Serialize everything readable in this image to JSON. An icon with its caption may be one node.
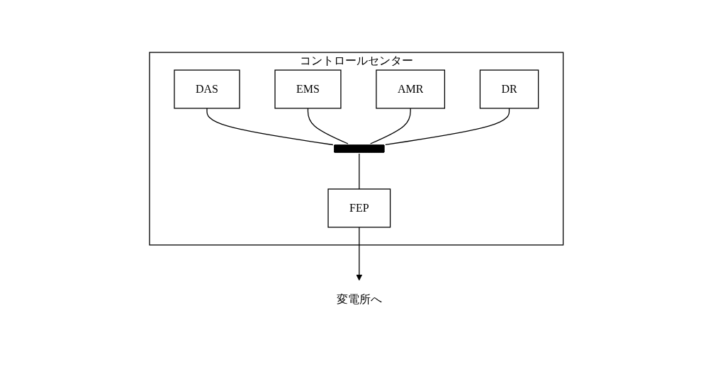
{
  "diagram": {
    "nodes": [
      {
        "text": [
          "コントロールセンター"
        ]
      },
      {
        "text": [
          "DAS"
        ],
        "in": 0
      },
      {
        "text": [
          "EMS"
        ],
        "in": 0
      },
      {
        "text": [
          "AMR"
        ],
        "in": 0
      },
      {
        "text": [
          "DR"
        ],
        "in": 0
      },
      {
        "text": [],
        "shape": "bar",
        "in": 0
      },
      {
        "text": [
          "FEP"
        ],
        "in": 0
      },
      {
        "text": [
          "変電所へ"
        ]
      }
    ],
    "edges": [
      {
        "from": 1,
        "to": 5,
        "arrow": "none"
      },
      {
        "from": 2,
        "to": 5,
        "arrow": "none"
      },
      {
        "from": 3,
        "to": 5,
        "arrow": "none"
      },
      {
        "from": 4,
        "to": 5,
        "arrow": "none"
      },
      {
        "from": 5,
        "to": 6,
        "arrow": "none"
      },
      {
        "from": 6,
        "to": 7,
        "arrow": "to"
      }
    ]
  }
}
